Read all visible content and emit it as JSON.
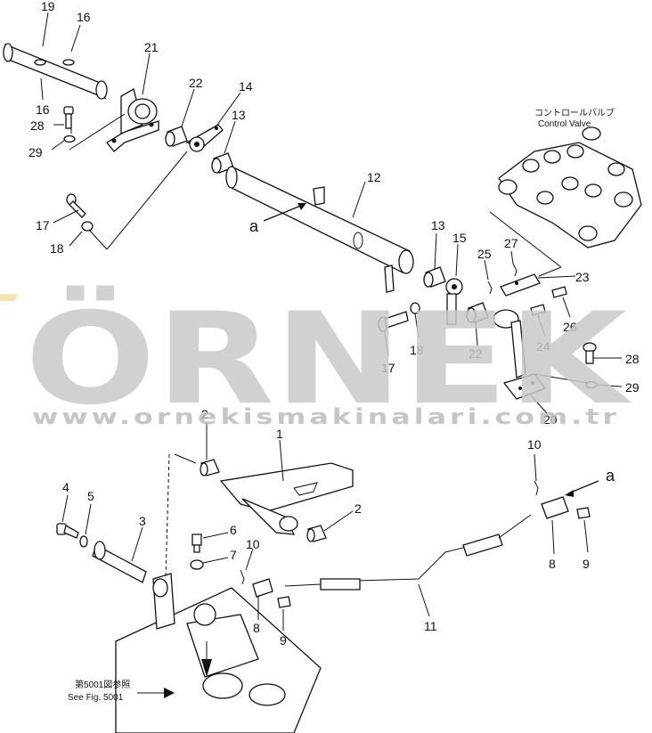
{
  "diagram": {
    "callouts": [
      {
        "id": "c19",
        "text": "19"
      },
      {
        "id": "c16a",
        "text": "16"
      },
      {
        "id": "c16b",
        "text": "16"
      },
      {
        "id": "c21",
        "text": "21"
      },
      {
        "id": "c22a",
        "text": "22"
      },
      {
        "id": "c14",
        "text": "14"
      },
      {
        "id": "c13a",
        "text": "13"
      },
      {
        "id": "c28a",
        "text": "28"
      },
      {
        "id": "c29a",
        "text": "29"
      },
      {
        "id": "c12",
        "text": "12"
      },
      {
        "id": "c17a",
        "text": "17"
      },
      {
        "id": "c18a",
        "text": "18"
      },
      {
        "id": "c13b",
        "text": "13"
      },
      {
        "id": "c15",
        "text": "15"
      },
      {
        "id": "c25",
        "text": "25"
      },
      {
        "id": "c27",
        "text": "27"
      },
      {
        "id": "c23",
        "text": "23"
      },
      {
        "id": "c26",
        "text": "26"
      },
      {
        "id": "c24",
        "text": "24"
      },
      {
        "id": "c17b",
        "text": "17"
      },
      {
        "id": "c18b",
        "text": "18"
      },
      {
        "id": "c22b",
        "text": "22"
      },
      {
        "id": "c28b",
        "text": "28"
      },
      {
        "id": "c29b",
        "text": "29"
      },
      {
        "id": "c20",
        "text": "20"
      },
      {
        "id": "c2a",
        "text": "2"
      },
      {
        "id": "c1",
        "text": "1"
      },
      {
        "id": "c2b",
        "text": "2"
      },
      {
        "id": "c4",
        "text": "4"
      },
      {
        "id": "c5",
        "text": "5"
      },
      {
        "id": "c3",
        "text": "3"
      },
      {
        "id": "c6",
        "text": "6"
      },
      {
        "id": "c7",
        "text": "7"
      },
      {
        "id": "c10a",
        "text": "10"
      },
      {
        "id": "c8a",
        "text": "8"
      },
      {
        "id": "c9a",
        "text": "9"
      },
      {
        "id": "c11",
        "text": "11"
      },
      {
        "id": "c10b",
        "text": "10"
      },
      {
        "id": "c8b",
        "text": "8"
      },
      {
        "id": "c9b",
        "text": "9"
      }
    ],
    "ref_a_upper": "a",
    "ref_a_lower": "a",
    "control_valve_jp": "コントロールバルブ",
    "control_valve_en": "Control Valve",
    "see_fig_jp": "第5001図参照",
    "see_fig_en": "See Fig. 5001"
  },
  "watermark": {
    "brand": "ÖRNEK",
    "url": "www.ornekismakinalari.com.tr",
    "color": "#c9c9c9",
    "accent_color": "#f2dfa6"
  }
}
